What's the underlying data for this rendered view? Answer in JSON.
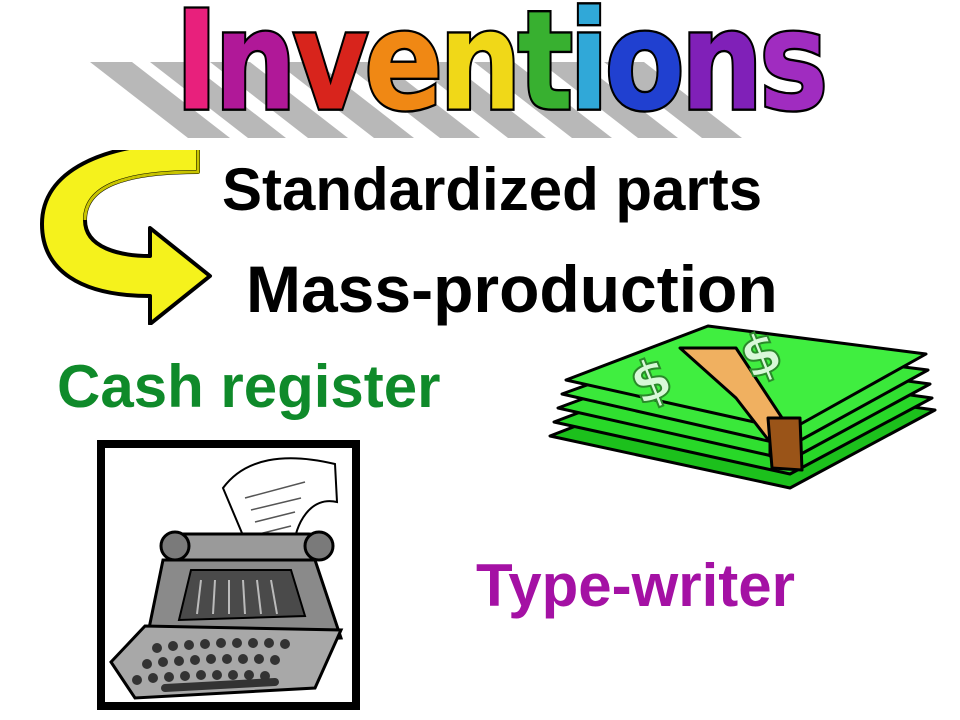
{
  "slide": {
    "title": "Inventions",
    "title_colors": [
      "#e8207c",
      "#b01898",
      "#d8241c",
      "#f08814",
      "#f0d818",
      "#38b030",
      "#30a8d8",
      "#2040d0",
      "#8020b8",
      "#a02cc0"
    ],
    "items": {
      "standardized_parts": "Standardized parts",
      "mass_production": "Mass-production",
      "cash_register": "Cash register",
      "type_writer": "Type-writer"
    },
    "colors": {
      "cash_register": "#0f8a2a",
      "type_writer": "#a411a4",
      "arrow_fill": "#f5f21c",
      "money_green": "#28e028",
      "money_band": "#f0b060"
    },
    "icons": [
      "curved-arrow-icon",
      "money-stack-icon",
      "typewriter-icon"
    ]
  }
}
